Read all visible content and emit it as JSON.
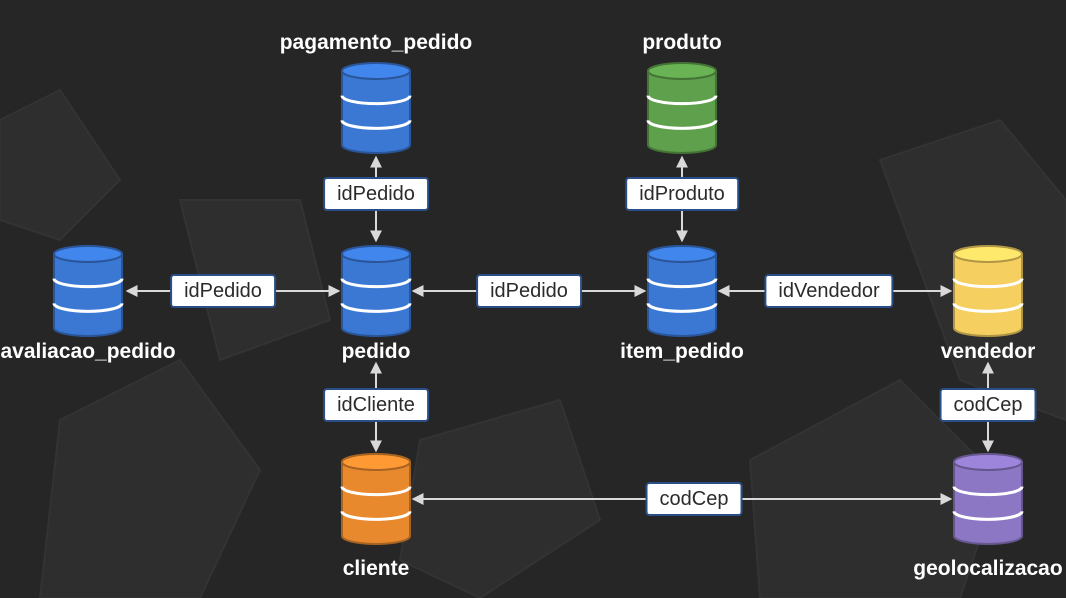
{
  "tables": {
    "pagamento_pedido": {
      "label": "pagamento_pedido",
      "color": "#3a78d4"
    },
    "produto": {
      "label": "produto",
      "color": "#5ea04b"
    },
    "avaliacao_pedido": {
      "label": "avaliacao_pedido",
      "color": "#3a78d4"
    },
    "pedido": {
      "label": "pedido",
      "color": "#3a78d4"
    },
    "item_pedido": {
      "label": "item_pedido",
      "color": "#3a78d4"
    },
    "vendedor": {
      "label": "vendedor",
      "color": "#f5d060"
    },
    "cliente": {
      "label": "cliente",
      "color": "#e8892e"
    },
    "geolocalizacao": {
      "label": "geolocalizacao",
      "color": "#8c77c4"
    }
  },
  "keys": {
    "pagamento_pedido_pedido": "idPedido",
    "produto_item_pedido": "idProduto",
    "avaliacao_pedido_pedido": "idPedido",
    "pedido_item_pedido": "idPedido",
    "item_pedido_vendedor": "idVendedor",
    "pedido_cliente": "idCliente",
    "vendedor_geolocalizacao": "codCep",
    "cliente_geolocalizacao": "codCep"
  }
}
